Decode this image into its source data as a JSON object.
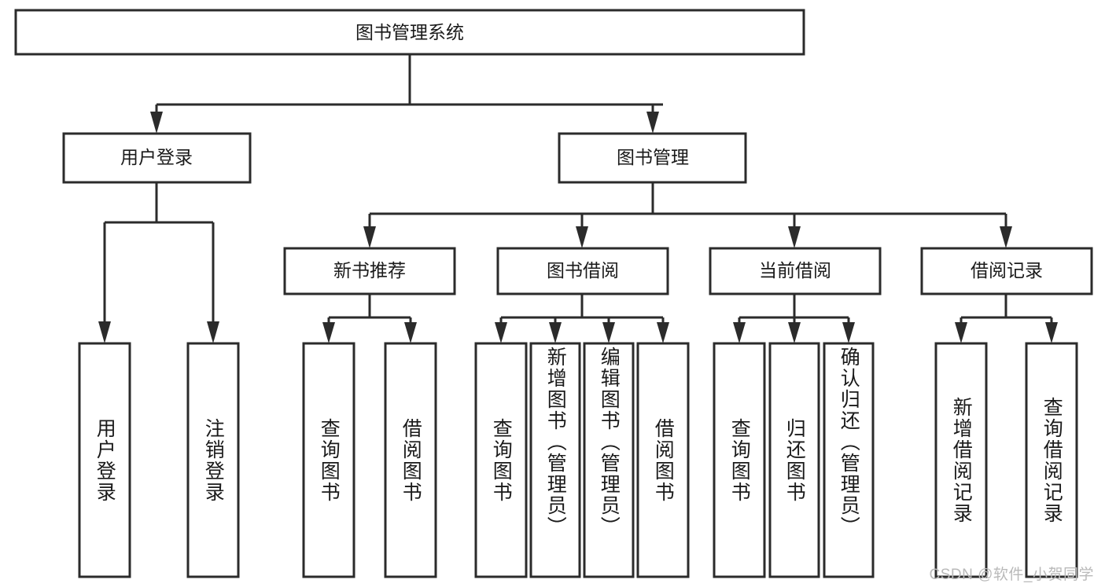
{
  "diagram": {
    "kind": "function-structure-tree",
    "title": "图书管理系统",
    "watermark": "CSDN @软件_小贺同学",
    "colors": {
      "stroke": "#2b2b2b",
      "fill": "#ffffff",
      "text": "#1a1a1a",
      "watermark": "#b9b9b9"
    },
    "root": {
      "label": "图书管理系统"
    },
    "level2": [
      {
        "id": "user-login",
        "label": "用户登录"
      },
      {
        "id": "book-manage",
        "label": "图书管理"
      }
    ],
    "level3": [
      {
        "id": "new-book-recommend",
        "label": "新书推荐"
      },
      {
        "id": "book-borrow",
        "label": "图书借阅"
      },
      {
        "id": "current-borrow",
        "label": "当前借阅"
      },
      {
        "id": "borrow-record",
        "label": "借阅记录"
      }
    ],
    "leaves": [
      {
        "id": "leaf-user-login",
        "parent": "user-login",
        "label": "用户登录"
      },
      {
        "id": "leaf-logout",
        "parent": "user-login",
        "label": "注销登录"
      },
      {
        "id": "leaf-query-book-1",
        "parent": "new-book-recommend",
        "label": "查询图书"
      },
      {
        "id": "leaf-borrow-book-1",
        "parent": "new-book-recommend",
        "label": "借阅图书"
      },
      {
        "id": "leaf-query-book-2",
        "parent": "book-borrow",
        "label": "查询图书"
      },
      {
        "id": "leaf-add-book",
        "parent": "book-borrow",
        "label": "新增图书（管理员）"
      },
      {
        "id": "leaf-edit-book",
        "parent": "book-borrow",
        "label": "编辑图书（管理员）"
      },
      {
        "id": "leaf-borrow-book-2",
        "parent": "book-borrow",
        "label": "借阅图书"
      },
      {
        "id": "leaf-query-book-3",
        "parent": "current-borrow",
        "label": "查询图书"
      },
      {
        "id": "leaf-return-book",
        "parent": "current-borrow",
        "label": "归还图书"
      },
      {
        "id": "leaf-confirm-return",
        "parent": "current-borrow",
        "label": "确认归还（管理员）"
      },
      {
        "id": "leaf-add-borrow-record",
        "parent": "borrow-record",
        "label": "新增借阅记录"
      },
      {
        "id": "leaf-query-borrow-record",
        "parent": "borrow-record",
        "label": "查询借阅记录"
      }
    ]
  }
}
